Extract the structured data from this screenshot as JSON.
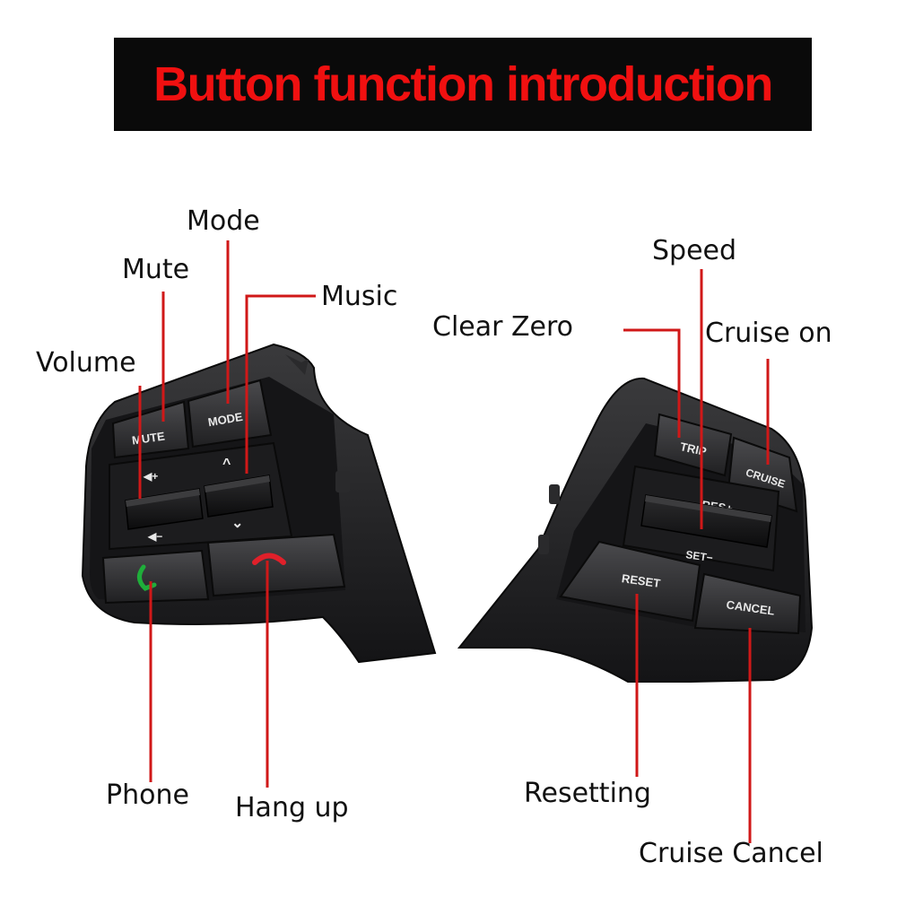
{
  "title": "Button function introduction",
  "colors": {
    "title_text": "#f01010",
    "banner_bg": "#0a0a0a",
    "leader_line": "#d01818",
    "phone_green": "#1fae3a",
    "hangup_red": "#e0202a"
  },
  "callouts": {
    "mode": "Mode",
    "mute": "Mute",
    "music": "Music",
    "volume": "Volume",
    "phone": "Phone",
    "hang_up": "Hang up",
    "speed": "Speed",
    "clear_zero": "Clear Zero",
    "cruise_on": "Cruise on",
    "resetting": "Resetting",
    "cruise_cancel": "Cruise Cancel"
  },
  "left_panel": {
    "mute": "MUTE",
    "mode": "MODE",
    "volume_up": "◀+",
    "volume_down": "◀−",
    "music_up": "^",
    "music_down": "⌄",
    "phone_icon": "phone-pickup-icon",
    "hangup_icon": "phone-hangup-icon"
  },
  "right_panel": {
    "trip": "TRIP",
    "cruise": "CRUISE",
    "res_plus": "RES+",
    "set_minus": "SET−",
    "reset": "RESET",
    "cancel": "CANCEL"
  }
}
